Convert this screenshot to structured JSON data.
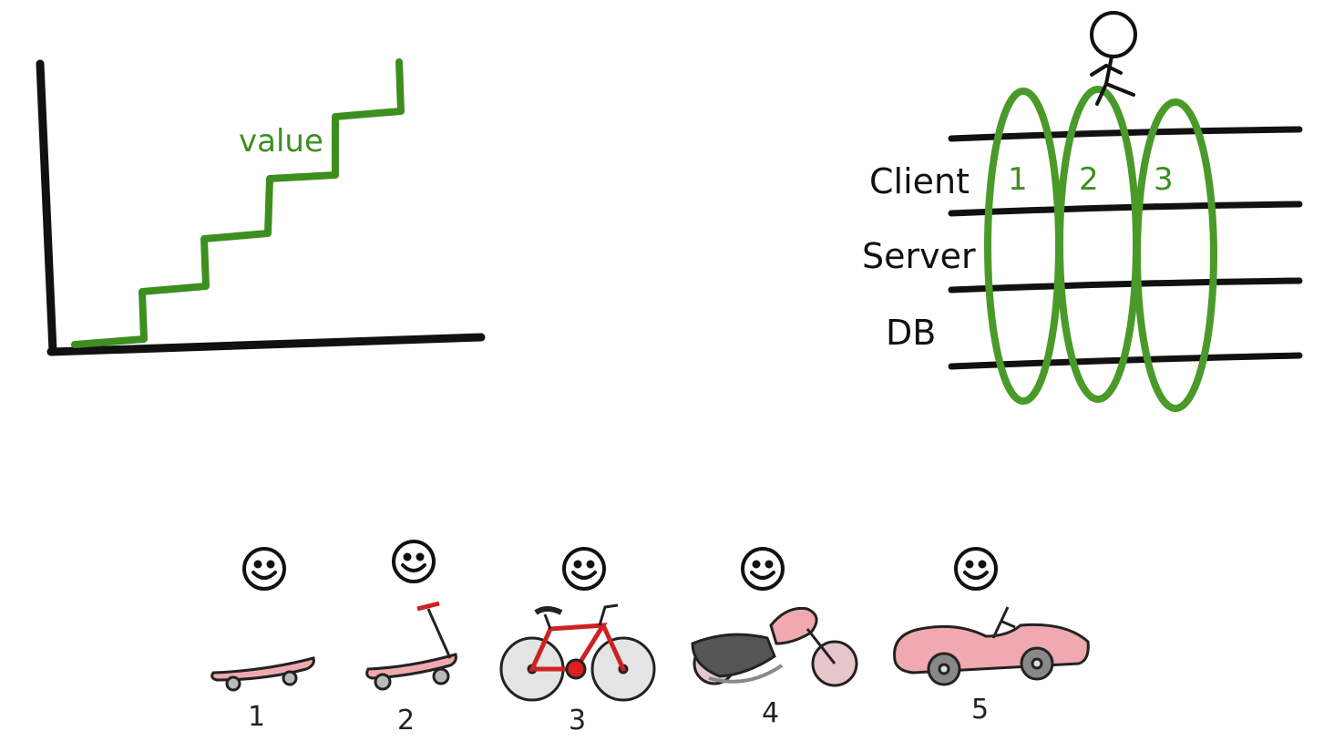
{
  "value_chart": {
    "label": "value",
    "steps": 5,
    "colors": {
      "axis": "#111111",
      "steps": "#3c8f1f"
    }
  },
  "slices": {
    "rows": [
      "Client",
      "Server",
      "DB"
    ],
    "columns": [
      "1",
      "2",
      "3"
    ],
    "colors": {
      "lines": "#111111",
      "loops": "#4a9a2a",
      "labels": "#2f8a1f"
    }
  },
  "vehicles": {
    "items": [
      {
        "number": "1",
        "icon": "skateboard-icon"
      },
      {
        "number": "2",
        "icon": "scooter-icon"
      },
      {
        "number": "3",
        "icon": "bicycle-icon"
      },
      {
        "number": "4",
        "icon": "motorcycle-icon"
      },
      {
        "number": "5",
        "icon": "car-icon"
      }
    ],
    "face_icon": "smiley-icon",
    "colors": {
      "body": "#f0a9b0",
      "accent": "#cc2222",
      "outline": "#222222"
    }
  }
}
